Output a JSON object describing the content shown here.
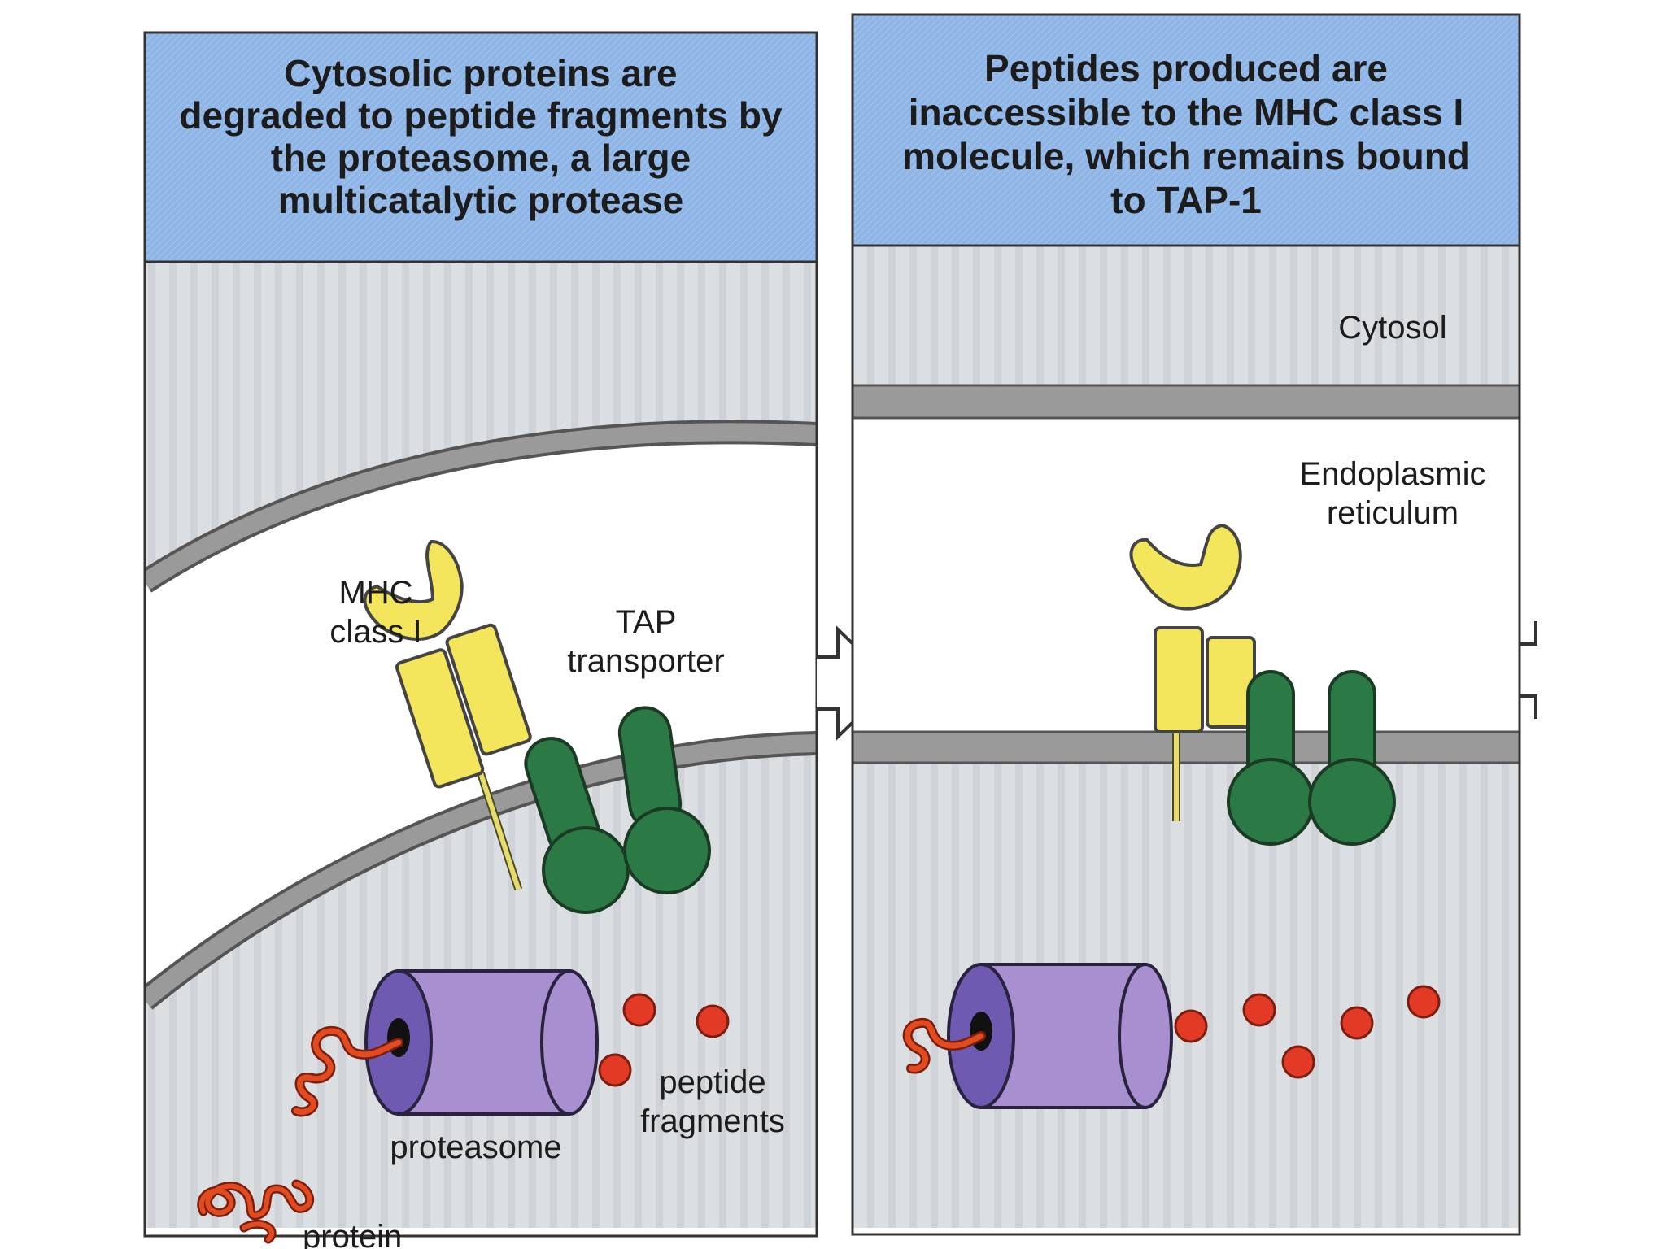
{
  "panels": [
    {
      "caption": [
        "Cytosolic proteins are",
        "degraded to peptide fragments by",
        "the proteasome, a large",
        "multicatalytic protease"
      ],
      "labels": {
        "mhc": [
          "MHC",
          "class I"
        ],
        "tap": [
          "TAP",
          "transporter"
        ],
        "proteasome": "proteasome",
        "peptides": [
          "peptide",
          "fragments"
        ],
        "protein": "protein"
      }
    },
    {
      "caption": [
        "Peptides produced are",
        "inaccessible to the MHC class I",
        "molecule, which remains bound",
        "to TAP-1"
      ],
      "labels": {
        "cytosol": "Cytosol",
        "er": [
          "Endoplasmic",
          "reticulum"
        ]
      }
    }
  ],
  "colors": {
    "caption_bg": "#8fb5e6",
    "cytosol": "#d9dcdf",
    "membrane": "#8c8c8c",
    "er_lumen": "#ffffff",
    "mhc": "#f4e65c",
    "tap": "#2b7a45",
    "proteasome": "#a88fd0",
    "proteasome_face": "#6e5ab0",
    "peptide": "#e23a24",
    "protein_chain": "#e24a20"
  },
  "icons": [
    "mhc-class-i-molecule",
    "tap-transporter",
    "proteasome-cylinder",
    "protein-chain",
    "peptide-fragment",
    "flow-arrow"
  ]
}
